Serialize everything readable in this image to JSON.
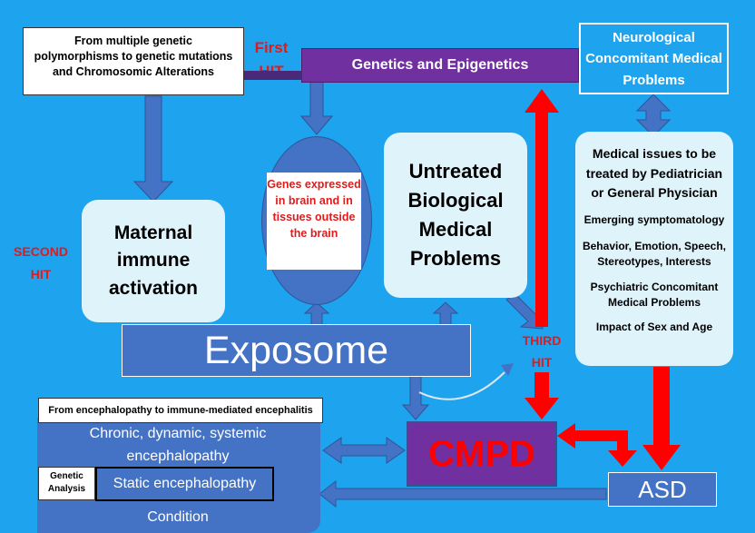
{
  "genetic_source": "From multiple  genetic polymorphisms to genetic mutations and Chromosomic Alterations",
  "first_hit": "First HIT",
  "second_hit": "SECOND HIT",
  "third_hit": "THIRD HIT",
  "genetics_bar": "Genetics and Epigenetics",
  "neuro_box": "Neurological Concomitant Medical Problems",
  "maternal": "Maternal immune activation",
  "genes_expressed": "Genes expressed in brain and in tissues outside the brain",
  "untreated": "Untreated Biological Medical Problems",
  "medical_panel": {
    "title": "Medical issues to be treated by Pediatrician or General Physician",
    "items": [
      "Emerging symptomatology",
      "Behavior, Emotion, Speech, Stereotypes, Interests",
      "Psychiatric Concomitant Medical Problems",
      "Impact of Sex and Age"
    ]
  },
  "exposome": "Exposome",
  "encephalitis_header": "From encephalopathy to immune-mediated encephalitis",
  "chronic": "Chronic, dynamic, systemic encephalopathy",
  "genetic_analysis": "Genetic Analysis",
  "static": "Static encephalopathy",
  "condition": "Condition",
  "cmpd": "CMPD",
  "asd": "ASD",
  "colors": {
    "background": "#1ea3ef",
    "panel_blue": "#4472c4",
    "purple": "#7030a0",
    "red": "#ff0000",
    "pale": "#dff3fb"
  }
}
